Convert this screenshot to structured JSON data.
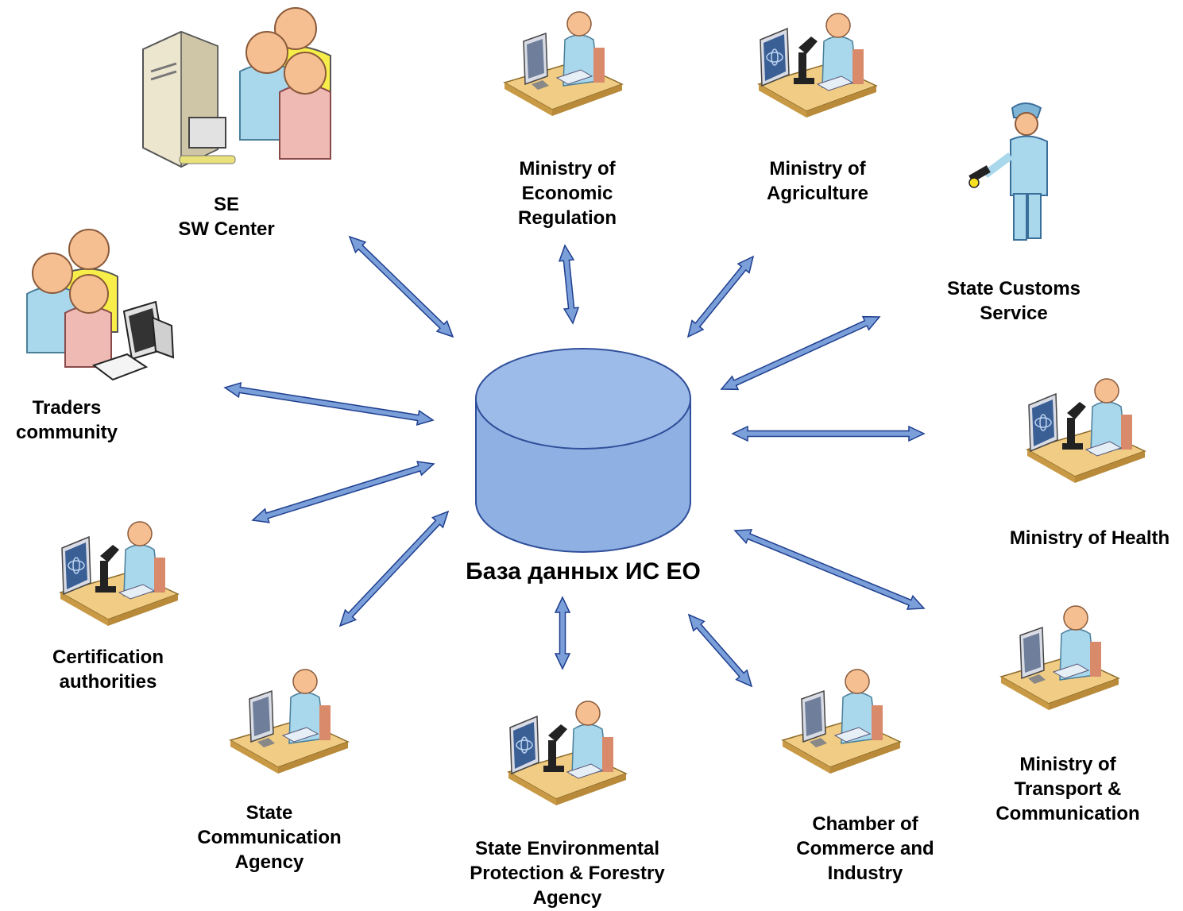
{
  "central_node": {
    "label": "База данных ИС ЕО",
    "icon": "database-cylinder-icon"
  },
  "colors": {
    "arrow_fill": "#7b9fd9",
    "arrow_stroke": "#1f3f8f",
    "cylinder_fill": "#8fb0e3",
    "cylinder_stroke": "#2f4f9a",
    "desk": "#f0cc84",
    "person_shirt": "#a9d7ec",
    "person_head": "#f5bf92"
  },
  "nodes": [
    {
      "id": "se-sw-center",
      "icon": "server-and-users-icon",
      "lines": [
        "SE",
        "SW Center"
      ]
    },
    {
      "id": "ministry-economic-regulation",
      "icon": "office-worker-icon",
      "lines": [
        "Ministry of",
        "Economic",
        "Regulation"
      ]
    },
    {
      "id": "ministry-agriculture",
      "icon": "lab-worker-microscope-icon",
      "lines": [
        "Ministry of",
        "Agriculture"
      ]
    },
    {
      "id": "state-customs-service",
      "icon": "customs-officer-flashlight-icon",
      "lines": [
        "State Customs",
        "Service"
      ]
    },
    {
      "id": "traders-community",
      "icon": "users-computer-icon",
      "lines": [
        "Traders",
        "community"
      ]
    },
    {
      "id": "ministry-health",
      "icon": "lab-worker-microscope-icon",
      "lines": [
        "Ministry of Health"
      ]
    },
    {
      "id": "certification-authorities",
      "icon": "lab-worker-microscope-icon",
      "lines": [
        "Certification",
        "authorities"
      ]
    },
    {
      "id": "ministry-transport",
      "icon": "office-worker-icon",
      "lines": [
        "Ministry of",
        "Transport &",
        "Communication"
      ]
    },
    {
      "id": "state-communication-agency",
      "icon": "office-worker-icon",
      "lines": [
        "State",
        "Communication",
        "Agency"
      ]
    },
    {
      "id": "state-environmental-agency",
      "icon": "lab-worker-microscope-icon",
      "lines": [
        "State Environmental",
        "Protection & Forestry",
        "Agency"
      ]
    },
    {
      "id": "chamber-of-commerce",
      "icon": "office-worker-icon",
      "lines": [
        "Chamber of",
        "Commerce and",
        "Industry"
      ]
    }
  ],
  "connections": [
    {
      "from": "central",
      "to": "se-sw-center",
      "type": "bidirectional"
    },
    {
      "from": "central",
      "to": "ministry-economic-regulation",
      "type": "bidirectional"
    },
    {
      "from": "central",
      "to": "ministry-agriculture",
      "type": "bidirectional"
    },
    {
      "from": "central",
      "to": "state-customs-service",
      "type": "bidirectional"
    },
    {
      "from": "central",
      "to": "traders-community",
      "type": "bidirectional"
    },
    {
      "from": "central",
      "to": "ministry-health",
      "type": "bidirectional"
    },
    {
      "from": "central",
      "to": "certification-authorities",
      "type": "bidirectional"
    },
    {
      "from": "central",
      "to": "ministry-transport",
      "type": "bidirectional"
    },
    {
      "from": "central",
      "to": "state-communication-agency",
      "type": "bidirectional"
    },
    {
      "from": "central",
      "to": "state-environmental-agency",
      "type": "bidirectional"
    },
    {
      "from": "central",
      "to": "chamber-of-commerce",
      "type": "bidirectional"
    }
  ]
}
